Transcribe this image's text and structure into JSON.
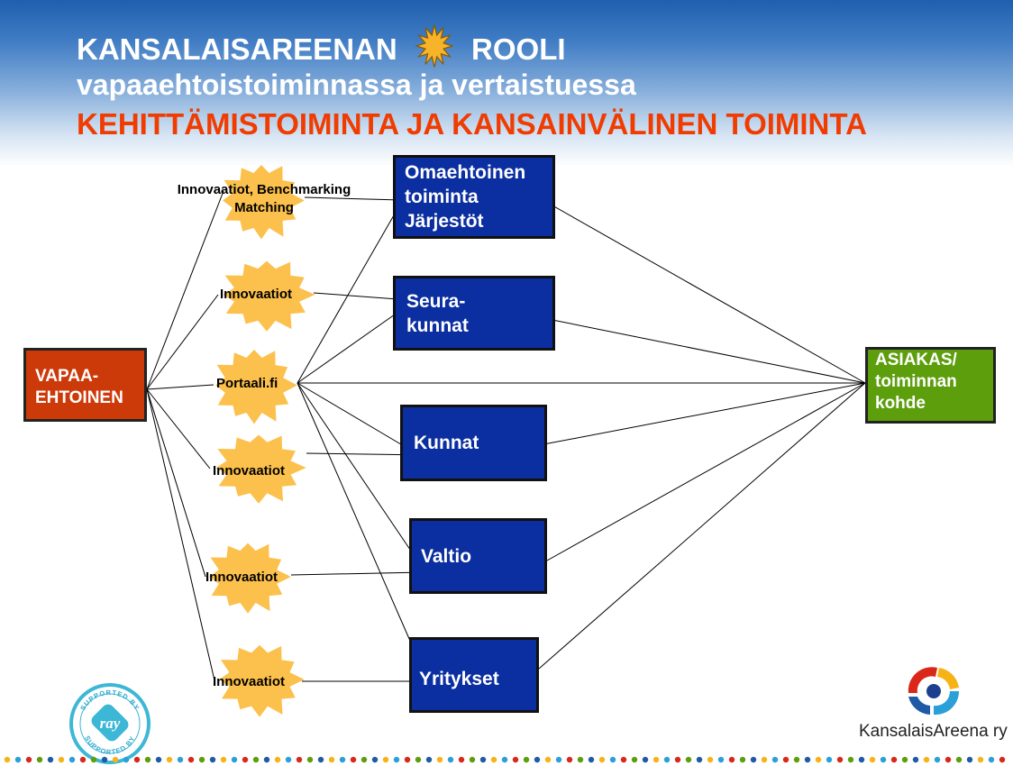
{
  "header": {
    "title_left": "KANSALAISAREENAN",
    "title_right": "ROOLI",
    "subtitle": "vapaaehtoistoiminnassa ja vertaistuessa",
    "subtitle2": "KEHITTÄMISTOIMINTA JA KANSAINVÄLINEN TOIMINTA"
  },
  "source": {
    "lines": [
      "VAPAA-",
      "EHTOINEN"
    ]
  },
  "bursts": [
    {
      "lines": [
        "Innovaatiot, Benchmarking",
        "Matching"
      ]
    },
    {
      "lines": [
        "Innovaatiot"
      ]
    },
    {
      "lines": [
        "Portaali.fi"
      ]
    },
    {
      "lines": [
        "Innovaatiot"
      ]
    },
    {
      "lines": [
        "Innovaatiot"
      ]
    },
    {
      "lines": [
        "Innovaatiot"
      ]
    }
  ],
  "orgs": [
    {
      "lines": [
        "Omaehtoinen",
        "toiminta",
        "Järjestöt"
      ]
    },
    {
      "lines": [
        "Seura-",
        "kunnat"
      ]
    },
    {
      "lines": [
        "Kunnat"
      ]
    },
    {
      "lines": [
        "Valtio"
      ]
    },
    {
      "lines": [
        "Yritykset"
      ]
    }
  ],
  "target": {
    "lines": [
      "ASIAKAS/",
      "toiminnan",
      "kohde"
    ]
  },
  "logos": {
    "ray_ring_top": "SUPPORTED BY",
    "ray_ring_bottom": "SUPPORTED BY",
    "ray_name": "ray",
    "org_name": "KansalaisAreena ry"
  },
  "colors": {
    "header_blue": "#1f5fae",
    "red_text": "#f03c00",
    "box_blue": "#0b2ea0",
    "source_red": "#cc3a0a",
    "target_green": "#5c9e0c",
    "burst_fill": "#fcc04c"
  }
}
